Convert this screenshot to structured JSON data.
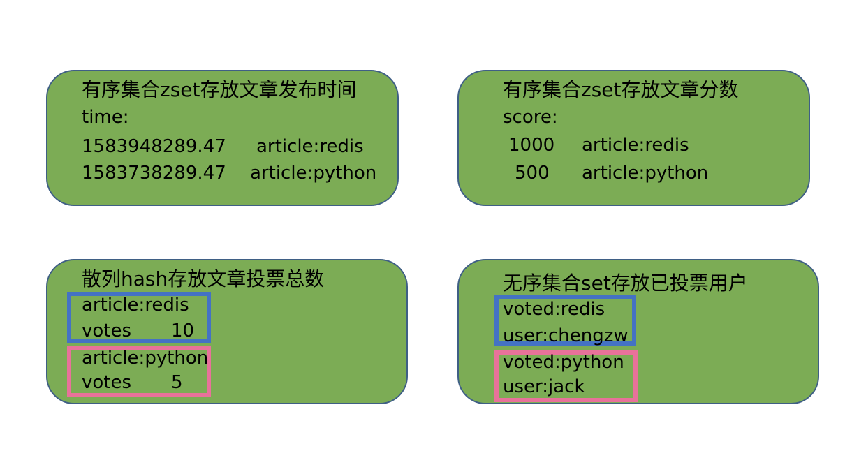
{
  "zset_time": {
    "title": "有序集合zset存放文章发布时间",
    "label": "time:",
    "rows": [
      {
        "score": "1583948289.47",
        "member": "article:redis"
      },
      {
        "score": "1583738289.47",
        "member": "article:python"
      }
    ]
  },
  "zset_score": {
    "title": "有序集合zset存放文章分数",
    "label": "score:",
    "rows": [
      {
        "score": "1000",
        "member": "article:redis"
      },
      {
        "score": "500",
        "member": "article:python"
      }
    ]
  },
  "hash_votes": {
    "title": "散列hash存放文章投票总数",
    "entries": [
      {
        "key": "article:redis",
        "field": "votes",
        "value": "10"
      },
      {
        "key": "article:python",
        "field": "votes",
        "value": "5"
      }
    ]
  },
  "set_voted": {
    "title": "无序集合set存放已投票用户",
    "entries": [
      {
        "key": "voted:redis",
        "member": "user:chengzw"
      },
      {
        "key": "voted:python",
        "member": "user:jack"
      }
    ]
  },
  "colors": {
    "panel_fill": "#7cac55",
    "panel_border": "#3f5f85",
    "redis_frame": "#4472c4",
    "python_frame": "#e8729a"
  }
}
